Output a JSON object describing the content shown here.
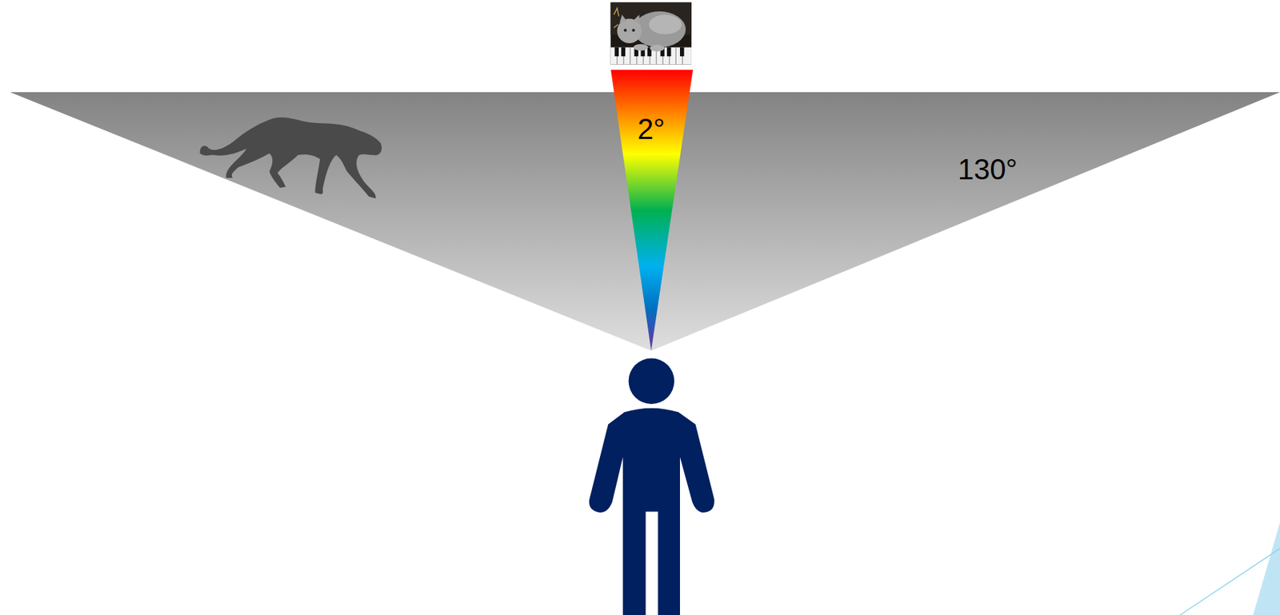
{
  "diagram": {
    "nodes": [
      {
        "text": [
          "130°"
        ]
      },
      {
        "text": [
          "2°"
        ],
        "in": 0
      }
    ]
  }
}
